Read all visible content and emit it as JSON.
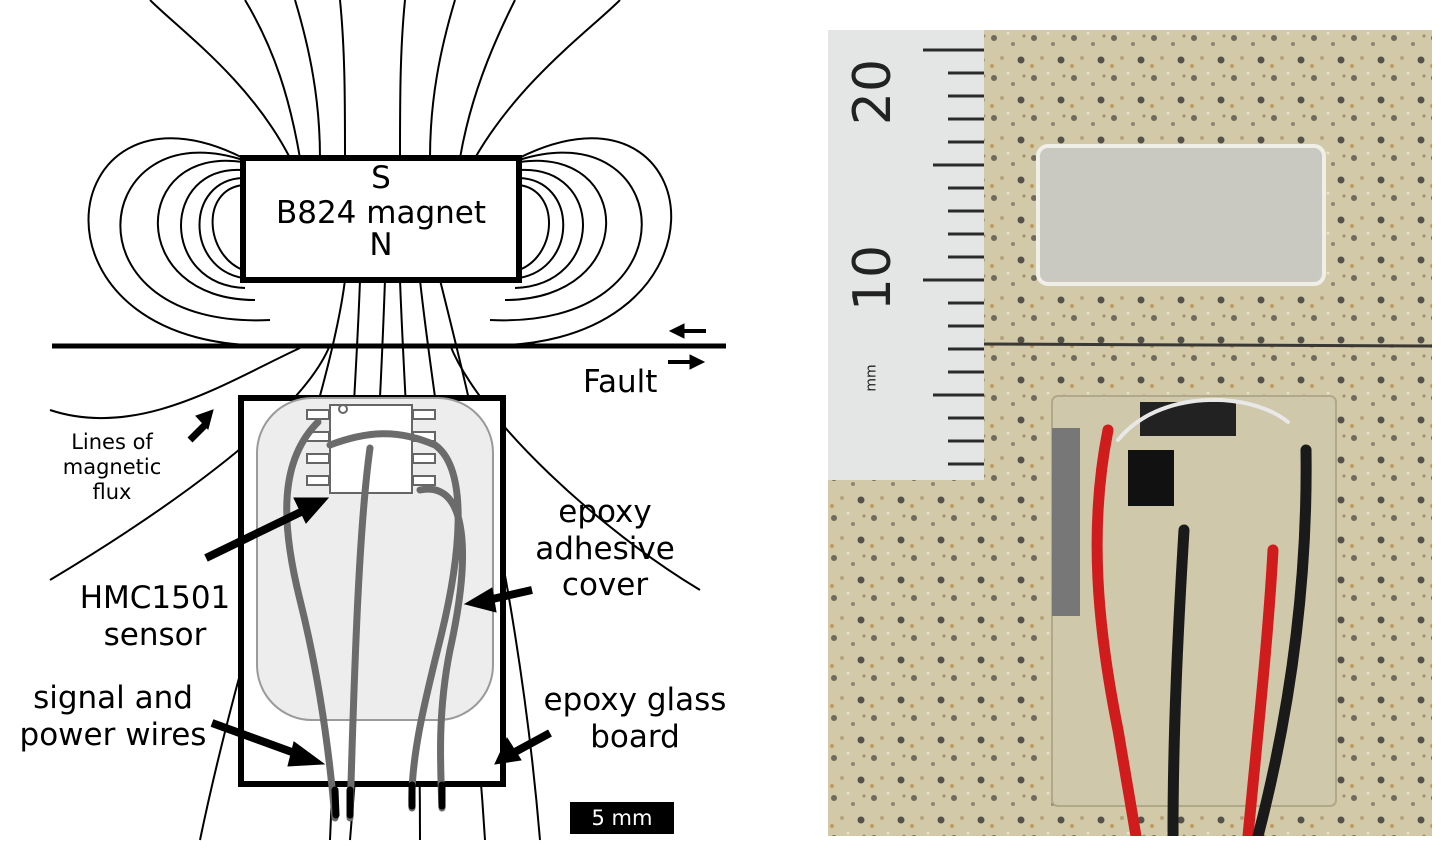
{
  "labels": {
    "pole_south": "S",
    "magnet_name": "B824 magnet",
    "pole_north": "N",
    "fault": "Fault",
    "flux_line1": "Lines of",
    "flux_line2": "magnetic",
    "flux_line3": "flux",
    "sensor_line1": "HMC1501",
    "sensor_line2": "sensor",
    "wires_line1": "signal and",
    "wires_line2": "power wires",
    "epoxy_cover_line1": "epoxy",
    "epoxy_cover_line2": "adhesive",
    "epoxy_cover_line3": "cover",
    "board_line1": "epoxy glass",
    "board_line2": "board",
    "scale_bar": "5 mm"
  },
  "photo_ruler": {
    "number_20": "20",
    "number_10": "10",
    "unit": "mm"
  },
  "colors": {
    "ink": "#000000",
    "cover_fill": "#ededed",
    "cover_stroke": "#9a9a9a",
    "wire_gray": "#6b6b6b",
    "granite": "#cfc5a4",
    "ruler": "#e4e6e6",
    "magnet_metal": "#c9c9c2",
    "wire_red": "#d01c1c",
    "wire_black": "#1a1a1a"
  }
}
